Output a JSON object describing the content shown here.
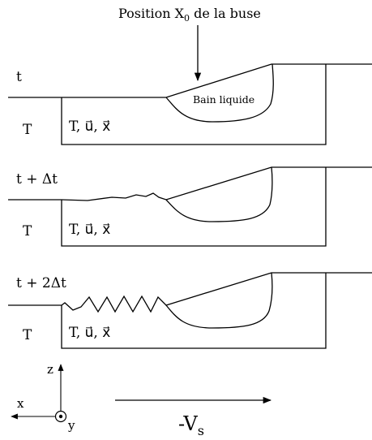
{
  "top_label": {
    "prefix": "Position X",
    "sub": "0",
    "suffix": " de la buse"
  },
  "bath_label": "Bain liquide",
  "panels": [
    {
      "time": "t",
      "region": "T",
      "fields": "T, u⃗, x⃗"
    },
    {
      "time": "t + Δt",
      "region": "T",
      "fields": "T, u⃗, x⃗"
    },
    {
      "time": "t + 2Δt",
      "region": "T",
      "fields": "T, u⃗, x⃗"
    }
  ],
  "axes": {
    "z": "z",
    "x": "x",
    "y": "y"
  },
  "velocity": {
    "sign": "-V",
    "sub": "s"
  }
}
